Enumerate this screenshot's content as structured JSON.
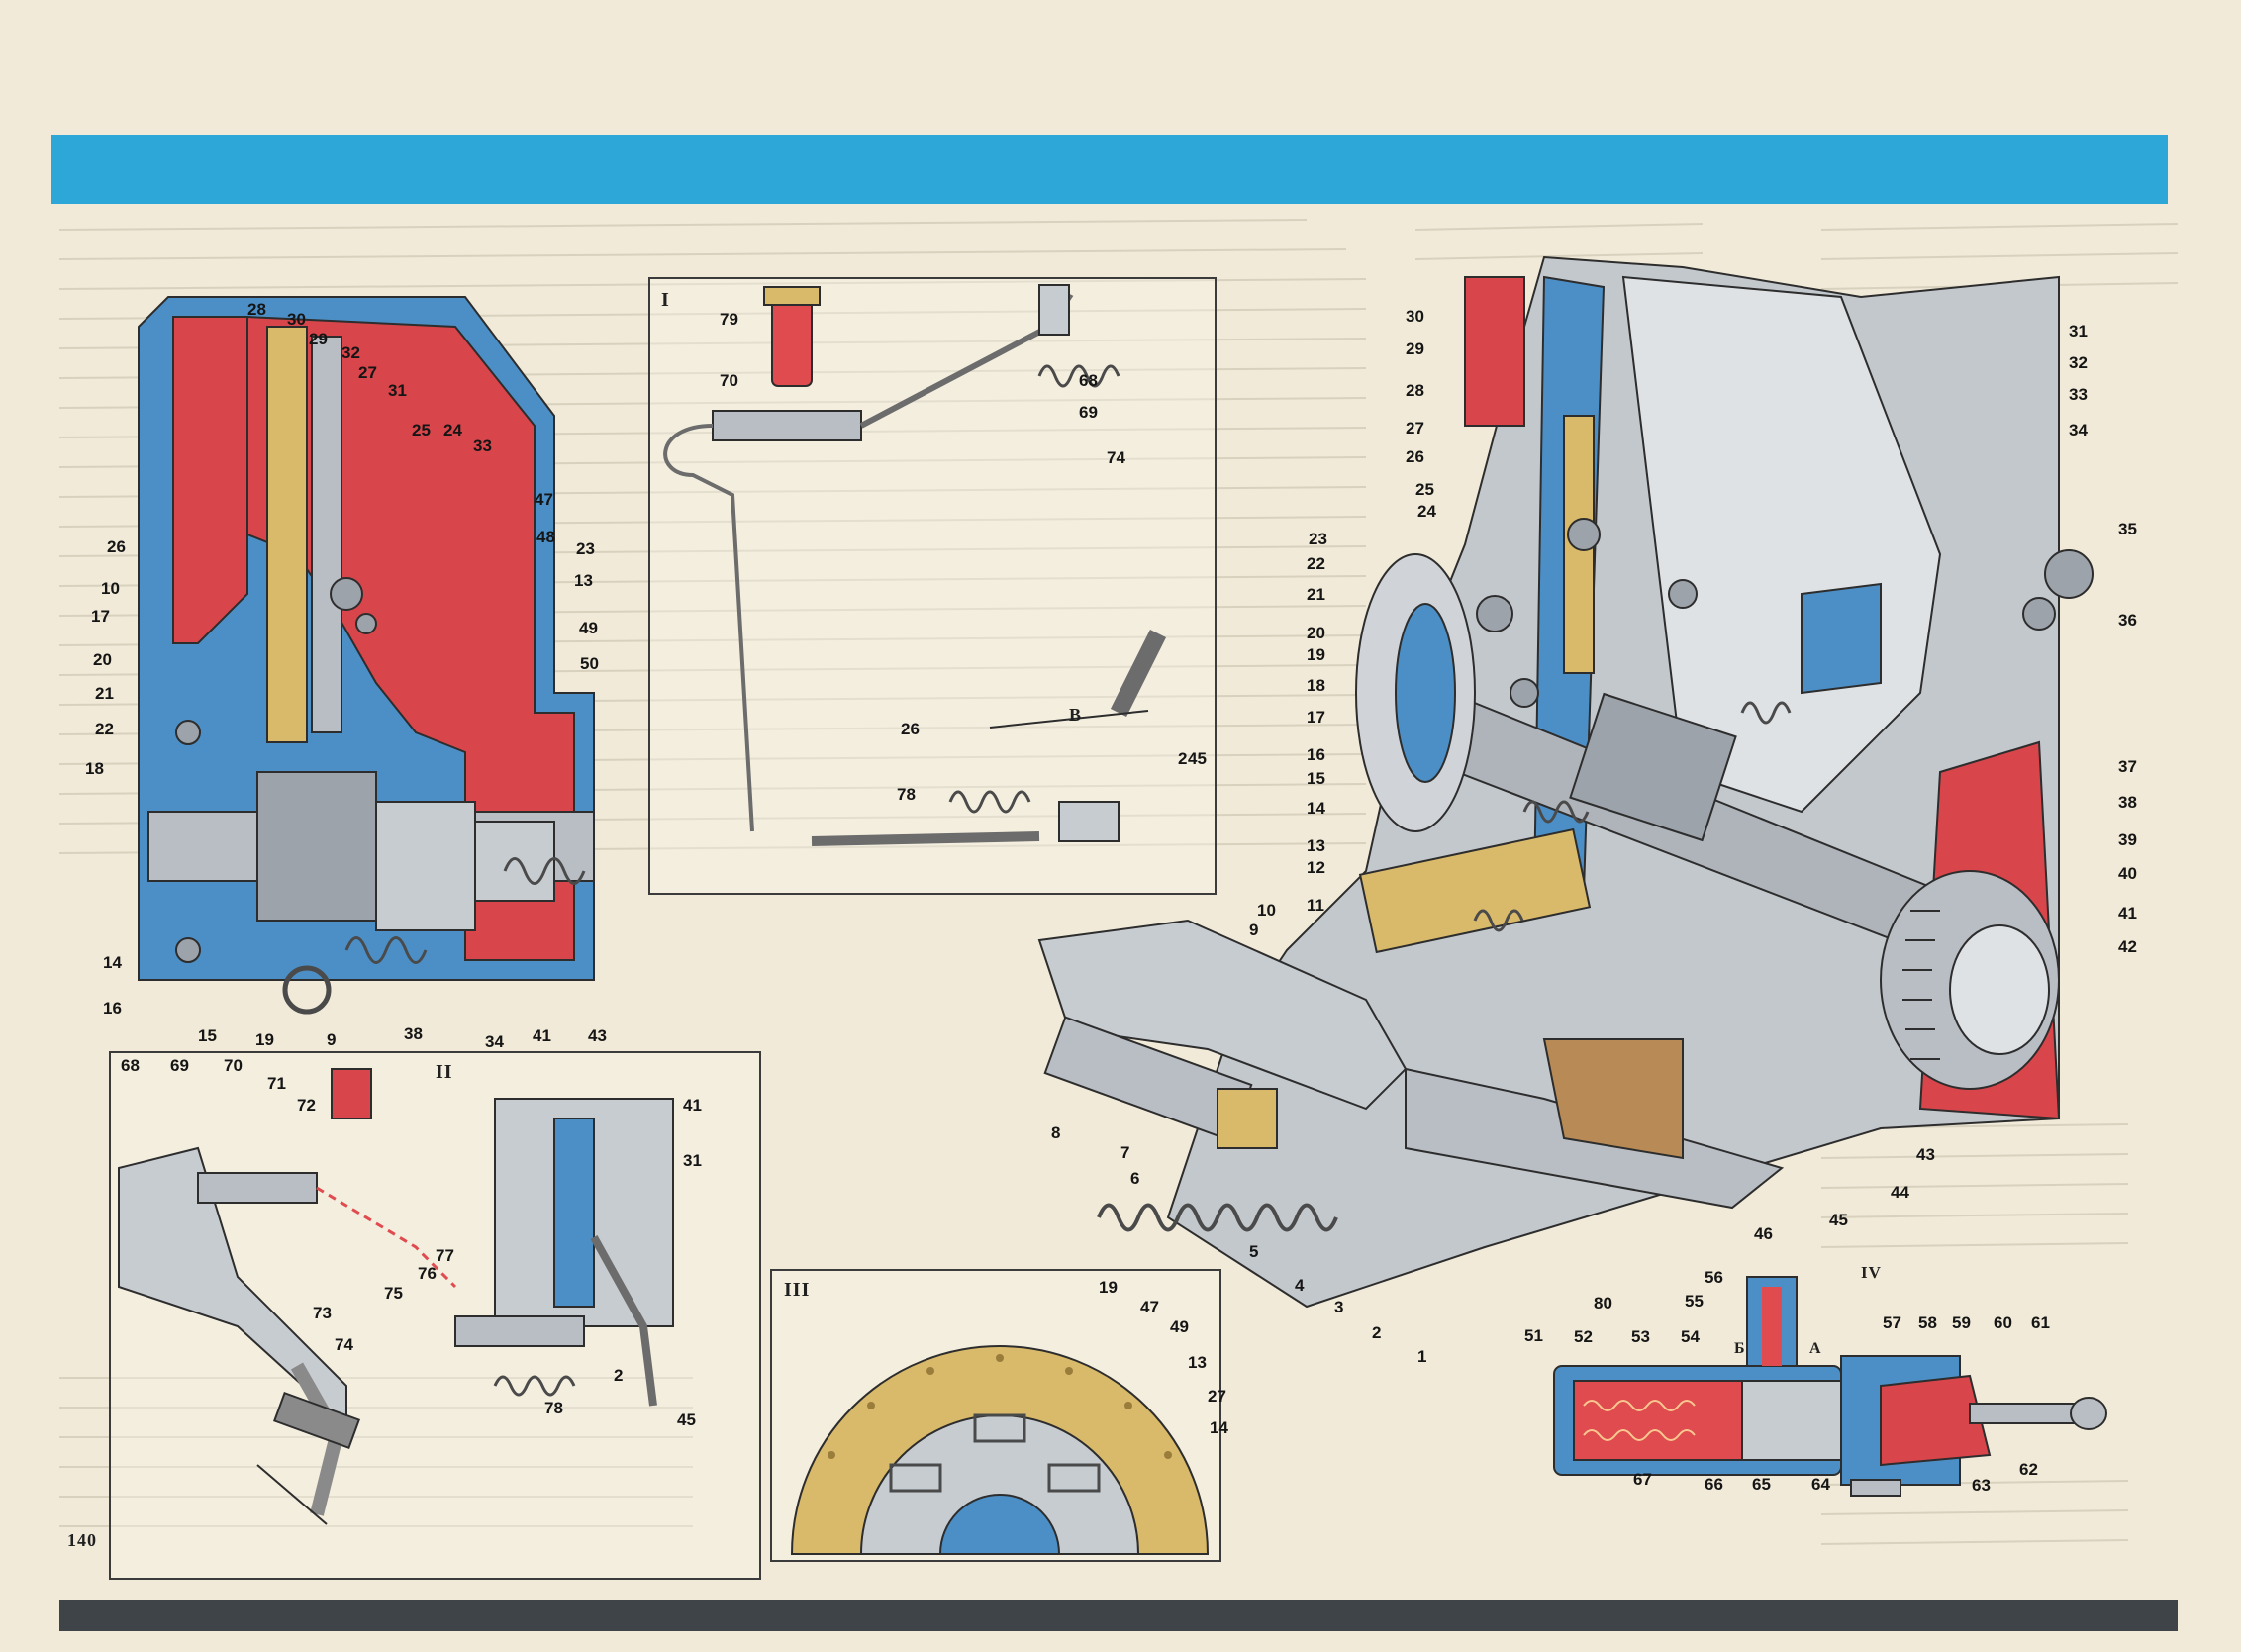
{
  "header": {
    "accent_color": "#2ca7d8",
    "footer_color": "#3e4448"
  },
  "view_labels": {
    "panel_1": "I",
    "panel_2": "II",
    "panel_3": "III",
    "panel_4": "IV",
    "dim_b": "В",
    "mark_b": "Б",
    "mark_a": "А"
  },
  "page_number": "140",
  "callouts": {
    "left": [
      "28",
      "30",
      "29",
      "32",
      "27",
      "31",
      "25",
      "24",
      "33",
      "47",
      "48",
      "23",
      "13",
      "49",
      "50",
      "26",
      "10",
      "17",
      "20",
      "21",
      "22",
      "18",
      "14",
      "16",
      "15",
      "19",
      "9",
      "38",
      "34",
      "41",
      "43"
    ],
    "panel_1": [
      "79",
      "70",
      "68",
      "69",
      "74",
      "26",
      "2",
      "45",
      "78"
    ],
    "panel_2": [
      "68",
      "69",
      "70",
      "71",
      "72",
      "41",
      "31",
      "77",
      "76",
      "75",
      "73",
      "74",
      "78",
      "2",
      "45"
    ],
    "panel_3": [
      "19",
      "47",
      "49",
      "13",
      "27",
      "14"
    ],
    "main": [
      "30",
      "29",
      "28",
      "27",
      "26",
      "25",
      "24",
      "23",
      "22",
      "21",
      "20",
      "19",
      "18",
      "17",
      "16",
      "15",
      "14",
      "13",
      "12",
      "11",
      "10",
      "9",
      "31",
      "32",
      "33",
      "34",
      "35",
      "36",
      "37",
      "38",
      "39",
      "40",
      "41",
      "42",
      "43",
      "44",
      "45",
      "46",
      "80",
      "8",
      "7",
      "6",
      "5",
      "4",
      "3",
      "2",
      "1"
    ],
    "cylinder": [
      "56",
      "55",
      "51",
      "52",
      "53",
      "54",
      "57",
      "58",
      "59",
      "60",
      "61",
      "62",
      "63",
      "64",
      "65",
      "66",
      "67"
    ]
  },
  "colors": {
    "housing_blue": "#4c8fc6",
    "section_red": "#d8454a",
    "metal_grey": "#b9bec4",
    "friction_tan": "#d9b96a",
    "fluid_red": "#e04b4f"
  }
}
